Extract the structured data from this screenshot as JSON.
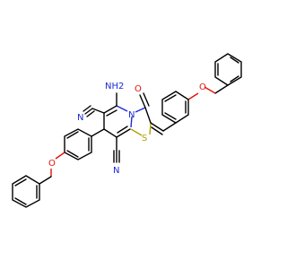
{
  "diagram": {
    "type": "chemical-structure",
    "atoms": {
      "amine": "NH2",
      "nitrile_top": "N",
      "nitrile_bottom": "N",
      "carbonyl_oxygen": "O",
      "ether_oxygen_top": "O",
      "ether_oxygen_bottom": "O",
      "ring_nitrogen": "N",
      "sulfur": "S"
    },
    "colors": {
      "bond": "#000000",
      "nitrogen": "#1a2bd6",
      "oxygen": "#e3120b",
      "sulfur": "#b3a100"
    }
  }
}
